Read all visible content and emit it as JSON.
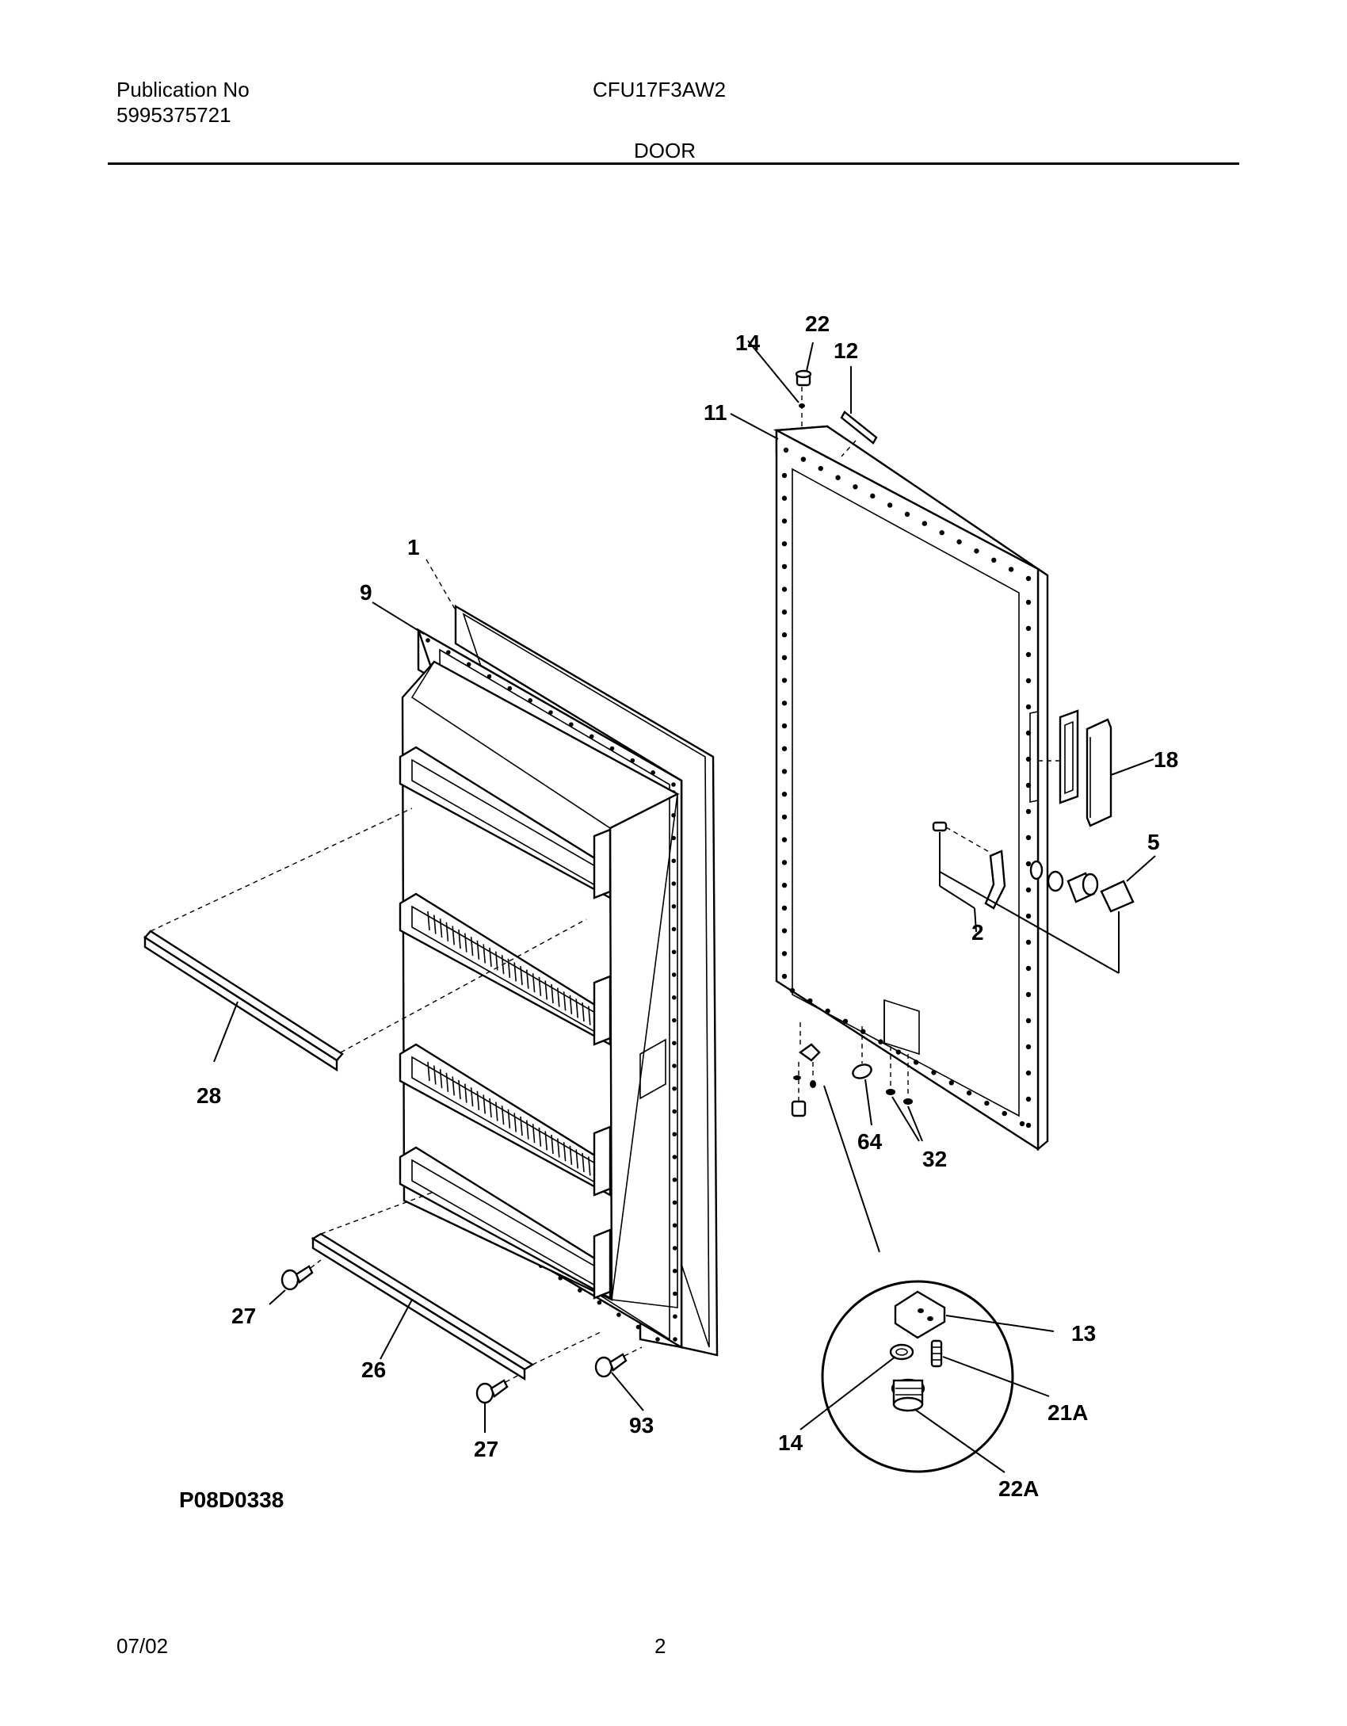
{
  "header": {
    "publication_label": "Publication No",
    "publication_number": "5995375721",
    "model": "CFU17F3AW2",
    "section": "DOOR"
  },
  "diagram": {
    "code": "P08D0338",
    "callouts": {
      "c1": "1",
      "c2": "2",
      "c5": "5",
      "c9": "9",
      "c11": "11",
      "c12": "12",
      "c13": "13",
      "c14_top": "14",
      "c14_detail": "14",
      "c18": "18",
      "c21a": "21A",
      "c22_top": "22",
      "c22a": "22A",
      "c26": "26",
      "c27_left": "27",
      "c27_bottom": "27",
      "c28": "28",
      "c32": "32",
      "c64": "64",
      "c93": "93"
    }
  },
  "footer": {
    "date": "07/02",
    "page": "2"
  }
}
